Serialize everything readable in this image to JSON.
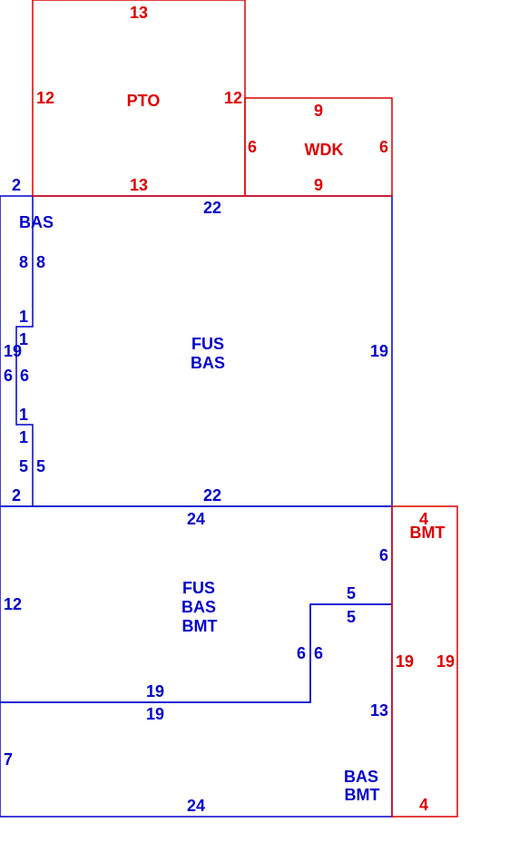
{
  "colors": {
    "blue": "#0000cc",
    "red": "#dd0000"
  },
  "areas": {
    "pto": {
      "code": "PTO",
      "dim_top": "13",
      "dim_left": "12",
      "dim_right": "12",
      "dim_bottom": "13"
    },
    "wdk": {
      "code": "WDK",
      "dim_top": "9",
      "dim_left": "6",
      "dim_right": "6",
      "dim_bottom": "9"
    },
    "upper": {
      "tag": "BAS",
      "line1": "FUS",
      "line2": "BAS",
      "dim_top_left": "2",
      "dim_top": "22",
      "dim_right": "19",
      "dim_left": "19",
      "dim_bottom_left": "2",
      "dim_bottom": "22",
      "step_a_outer": "8",
      "step_a_inner": "8",
      "step_b_top": "1",
      "step_b_bottom": "1",
      "step_c_outer": "6",
      "step_c_inner": "6",
      "step_d_top": "1",
      "step_d_bottom": "1",
      "step_e_outer": "5",
      "step_e_inner": "5"
    },
    "lower": {
      "line1": "FUS",
      "line2": "BAS",
      "line3": "BMT",
      "dim_top": "24",
      "dim_left": "12",
      "dim_notch_right": "6",
      "dim_notch_top": "5",
      "dim_notch_bottom": "5",
      "dim_notch_left_out": "6",
      "dim_notch_left_in": "6",
      "dim_mid_top": "19",
      "dim_mid_bottom": "19"
    },
    "basement": {
      "line1": "BAS",
      "line2": "BMT",
      "dim_left": "7",
      "dim_right": "13",
      "dim_bottom": "24"
    },
    "bmt_strip": {
      "code": "BMT",
      "dim_top": "4",
      "dim_left": "19",
      "dim_right": "19",
      "dim_bottom": "4"
    }
  }
}
